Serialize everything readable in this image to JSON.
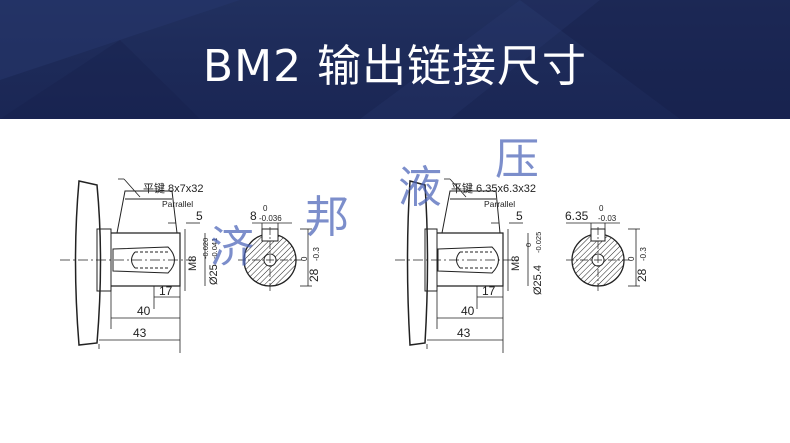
{
  "header": {
    "title": "BM2 输出链接尺寸"
  },
  "watermark": {
    "chars": [
      "济",
      "邦",
      "液",
      "压"
    ]
  },
  "left_drawing": {
    "key_label": "平键 8x7x32",
    "parallel_label": "Parrallel",
    "dim_5": "5",
    "dim_17": "17",
    "dim_40": "40",
    "dim_43": "43",
    "thread": "M8",
    "diameter": "Ø25",
    "diameter_tol_upper": "-0.020",
    "diameter_tol_lower": "-0.041",
    "key_width": "8",
    "key_width_tol_upper": "0",
    "key_width_tol_lower": "-0.036",
    "key_height": "28",
    "key_height_tol_upper": "0",
    "key_height_tol_lower": "-0.3"
  },
  "right_drawing": {
    "key_label": "平键 6.35x6.3x32",
    "parallel_label": "Parrallel",
    "dim_5": "5",
    "dim_17": "17",
    "dim_40": "40",
    "dim_43": "43",
    "thread": "M8",
    "diameter": "Ø25.4",
    "diameter_tol_upper": "0",
    "diameter_tol_lower": "-0.025",
    "key_width": "6.35",
    "key_width_tol_upper": "0",
    "key_width_tol_lower": "-0.03",
    "key_height": "28",
    "key_height_tol_upper": "0",
    "key_height_tol_lower": "-0.3"
  },
  "colors": {
    "banner": "#1d2a58",
    "title": "#ffffff",
    "line": "#222222",
    "watermark": "#4a63b8"
  }
}
